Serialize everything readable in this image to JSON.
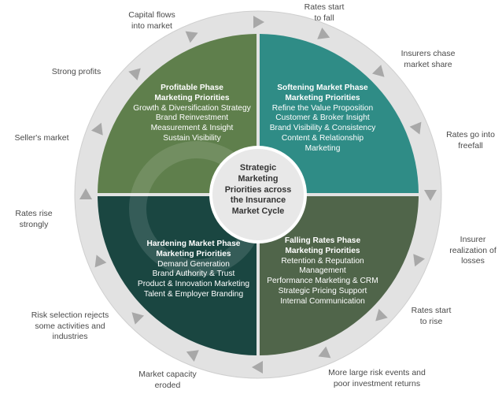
{
  "center_title": [
    "Strategic",
    "Marketing",
    "Priorities across",
    "the Insurance",
    "Market Cycle"
  ],
  "quadrants": {
    "profitable": {
      "title": [
        "Profitable Phase",
        "Marketing Priorities"
      ],
      "items": [
        "Growth & Diversification Strategy",
        "Brand Reinvestment",
        "Measurement & Insight",
        "Sustain Visibility"
      ],
      "color": "#5f7f4c"
    },
    "softening": {
      "title": [
        "Softening Market Phase",
        "Marketing Priorities"
      ],
      "items": [
        "Refine the Value Proposition",
        "Customer & Broker Insight",
        "Brand Visibility & Consistency",
        "Content & Relationship",
        "Marketing"
      ],
      "color": "#2f8c86"
    },
    "hardening": {
      "title": [
        "Hardening Market Phase",
        "Marketing Priorities"
      ],
      "items": [
        "Demand Generation",
        "Brand Authority & Trust",
        "Product & Innovation Marketing",
        "Talent & Employer Branding"
      ],
      "color": "#1a4641"
    },
    "falling": {
      "title": [
        "Falling Rates Phase",
        "Marketing Priorities"
      ],
      "items": [
        "Retention & Reputation",
        "Management",
        "Performance Marketing & CRM",
        "Strategic Pricing Support",
        "Internal Communication"
      ],
      "color": "#50654a"
    }
  },
  "cycle_labels": {
    "capital_flows": [
      "Capital flows",
      "into market"
    ],
    "rates_start_fall": [
      "Rates start",
      "to fall"
    ],
    "insurers_chase": [
      "Insurers chase",
      "market share"
    ],
    "strong_profits": [
      "Strong profits"
    ],
    "rates_freefall": [
      "Rates go into",
      "freefall"
    ],
    "sellers_market": [
      "Seller's market"
    ],
    "rates_rise_strongly": [
      "Rates rise",
      "strongly"
    ],
    "insurer_realization": [
      "Insurer",
      "realization of",
      "losses"
    ],
    "risk_selection": [
      "Risk selection rejects",
      "some activities and",
      "industries"
    ],
    "rates_start_rise": [
      "Rates start",
      "to rise"
    ],
    "market_capacity": [
      "Market capacity",
      "eroded"
    ],
    "large_risk_events": [
      "More large risk events and",
      "poor investment returns"
    ]
  },
  "colors": {
    "ring": "#e2e2e2",
    "ring_border": "#c8c8c8",
    "arrow": "#a8a8a8",
    "center": "#e8e8e8"
  }
}
